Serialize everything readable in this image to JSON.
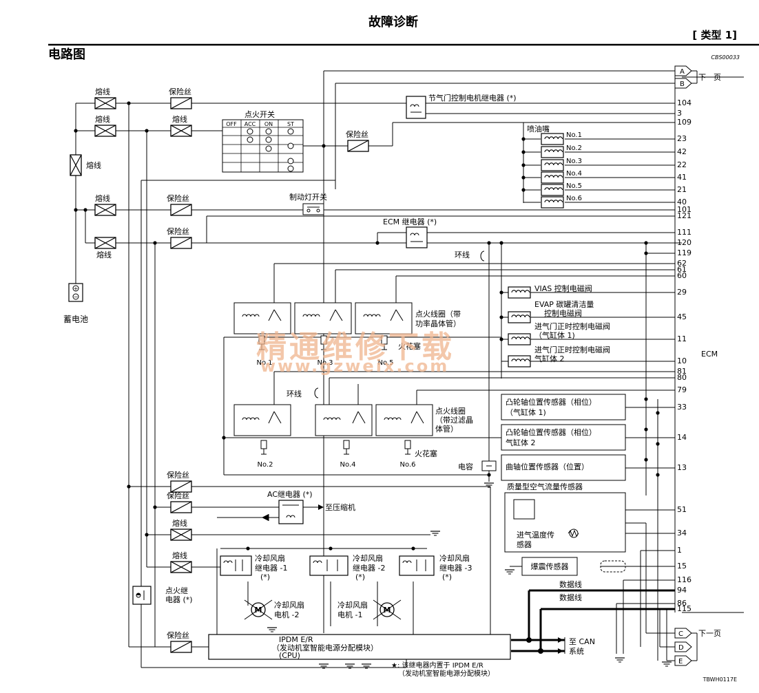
{
  "header": {
    "title": "故障诊断",
    "type_label": "[ 类型 1]",
    "section_title": "电路图",
    "figure_code": "CBS00033",
    "figure_id": "TBWH0117E"
  },
  "watermark": {
    "line1": "精通维修下载",
    "line2": "www.gzweix.com"
  },
  "power": {
    "battery": "蓄电池",
    "fusible_link": "熔线",
    "fuse": "保险丝"
  },
  "ignition_switch": {
    "label": "点火开关",
    "positions": [
      "OFF",
      "ACC",
      "ON",
      "ST"
    ]
  },
  "relays": {
    "throttle": "节气门控制电机继电器 (*)",
    "ecm": "ECM 继电器 (*)",
    "ac": "AC继电器 (*)",
    "fan1": [
      "冷却风扇",
      "继电器 -1",
      "(*)"
    ],
    "fan2": [
      "冷却风扇",
      "继电器 -2",
      "(*)"
    ],
    "fan3": [
      "冷却风扇",
      "继电器 -3",
      "(*)"
    ],
    "ignition": [
      "点火继",
      "电器 (*)"
    ]
  },
  "loads": {
    "brake_switch": "制动灯开关",
    "injectors": {
      "label": "喷油嘴",
      "items": [
        "No.1",
        "No.2",
        "No.3",
        "No.4",
        "No.5",
        "No.6"
      ]
    },
    "vias": "VIAS 控制电磁阀",
    "evap": [
      "EVAP 碳罐清洁量",
      "控制电磁阀"
    ],
    "ivt1": [
      "进气门正时控制电磁阀",
      "（气缸体 1)"
    ],
    "ivt2": [
      "进气门正时控制电磁阀",
      "气缸体 2"
    ],
    "ring1": "环线",
    "ring2": "环线",
    "coil_upper": [
      "点火线圈（带",
      "功率晶体管）"
    ],
    "coil_lower": [
      "点火线圈",
      "（带过滤晶",
      "体管）"
    ],
    "spark_plug": "火花塞",
    "cyl_upper": [
      "No.1",
      "No.3",
      "No.5"
    ],
    "cyl_lower": [
      "No.2",
      "No.4",
      "No.6"
    ],
    "capacitor": "电容",
    "compressor": "至压缩机",
    "fan_motor2": [
      "冷却风扇",
      "电机 -2"
    ],
    "fan_motor1": [
      "冷却风扇",
      "电机 -1"
    ]
  },
  "sensors": {
    "cam1": [
      "凸轮轴位置传感器（相位）",
      "（气缸体 1)"
    ],
    "cam2": [
      "凸轮轴位置传感器（相位）",
      "气缸体 2"
    ],
    "crank": "曲轴位置传感器（位置）",
    "maf": "质量型空气流量传感器",
    "iat": [
      "进气温度传",
      "感器"
    ],
    "knock": "爆震传感器"
  },
  "ecm_label": "ECM",
  "ecm_pins": [
    "104",
    "3",
    "109",
    "23",
    "42",
    "22",
    "41",
    "21",
    "40",
    "101",
    "121",
    "111",
    "120",
    "119",
    "62",
    "61",
    "60",
    "29",
    "45",
    "11",
    "10",
    "81",
    "80",
    "79",
    "33",
    "14",
    "13",
    "51",
    "34",
    "1",
    "15",
    "116",
    "94",
    "86",
    "115"
  ],
  "connectors": {
    "to_next_page": "下一页",
    "top": [
      "A",
      "B"
    ],
    "bottom": [
      "C",
      "D",
      "E"
    ]
  },
  "data_lines": {
    "line1": "数据线",
    "line2": "数据线",
    "to_can": "至 CAN",
    "system": "系统"
  },
  "ipdm": {
    "name": "IPDM E/R",
    "desc": "（发动机室智能电源分配模块）",
    "cpu": "(CPU)",
    "footnote1": "★: 该继电器内置于 IPDM E/R",
    "footnote2": "（发动机室智能电源分配模块）"
  }
}
